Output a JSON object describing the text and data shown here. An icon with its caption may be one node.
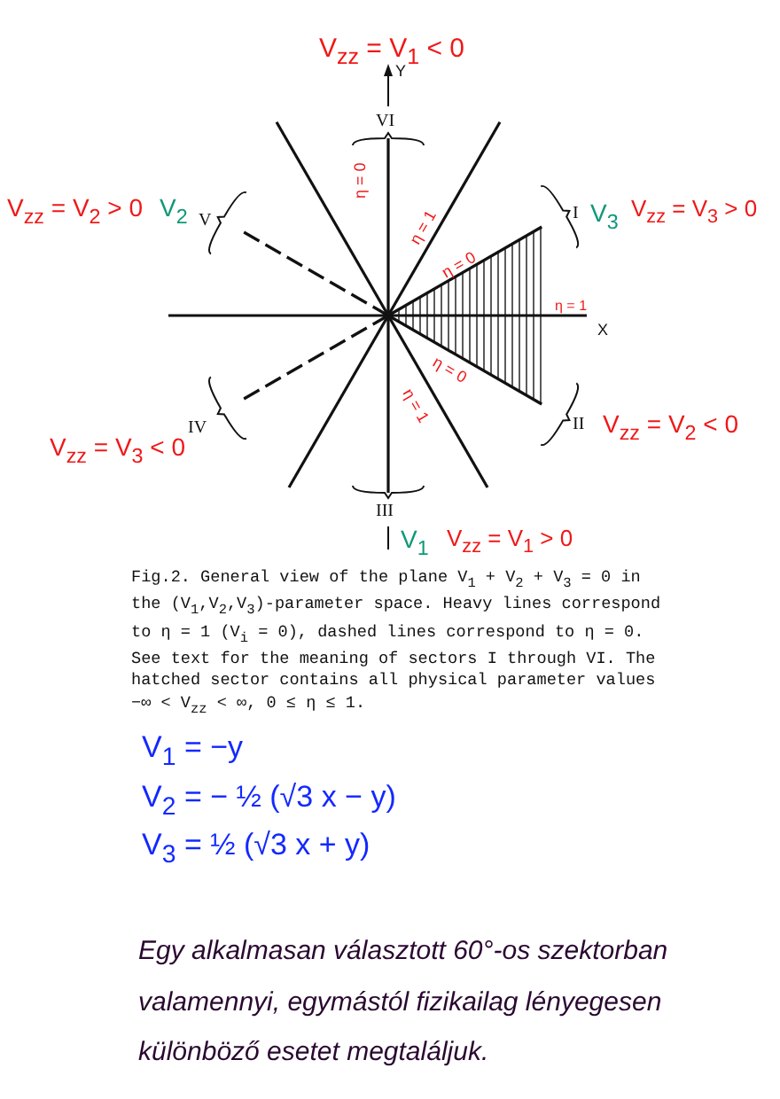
{
  "diagram": {
    "caption": "Fig.2. General view of the plane V$_{1}$ + V$_{2}$ + V$_{3}$ = 0 in the (V$_{1}$,V$_{2}$,V$_{3}$)-parameter space. Heavy lines correspond to η = 1 (V$_{i}$ = 0), dashed lines correspond to η = 0. See text for the meaning of sectors I through VI. The hatched sector contains all physical parameter values −∞ < V$_{zz}$ < ∞, 0 ≤ η ≤ 1.",
    "labels": [
      "V$_{zz}$ = V$_{1}$ < 0",
      "Y",
      "VI",
      "η = 0",
      "η = 1",
      "V$_{zz}$ = V$_{2}$ > 0",
      "V$_{2}$",
      "V",
      "η = 0",
      "I",
      "V$_{3}$",
      "V$_{zz}$ = V$_{3}$ > 0",
      "η = 1",
      "X",
      "η = 0",
      "η = 1",
      "IV",
      "II",
      "V$_{zz}$ = V$_{3}$ < 0",
      "V$_{zz}$ = V$_{2}$ < 0",
      "III",
      "V$_{1}$",
      "V$_{zz}$ = V$_{1}$ > 0",
      "V$_{1}$ = −y",
      "V$_{2}$ = − ½ (√3 x − y)",
      "V$_{3}$ = ½ (√3 x + y)",
      "Egy alkalmasan választott 60°-os szektorban valamennyi, egymástól fizikailag lényegesen különböző esetet megtaláljuk."
    ]
  }
}
